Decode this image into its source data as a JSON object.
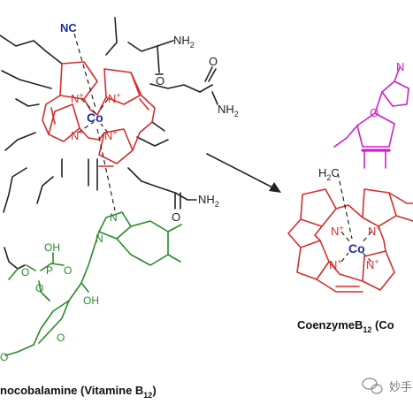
{
  "labels": {
    "nc": "NC",
    "co_left": "Co",
    "co_right": "Co",
    "n_plus": "N",
    "plus": "+",
    "nh2": "NH",
    "nh2_sub": "2",
    "o": "O",
    "oh": "OH",
    "p": "P",
    "n": "N",
    "h2c": "H",
    "h2c_sub": "2",
    "h2c_c": "C"
  },
  "captions": {
    "left_main": "nocobalamine (Vitamine B",
    "left_sub": "12",
    "left_end": ")",
    "right_main": "CoenzymeB",
    "right_sub": "12",
    "right_end": " (Co"
  },
  "watermark": {
    "text": "妙手"
  },
  "colors": {
    "corrin_ring": "#d62c2c",
    "nucleotide": "#2a8a2a",
    "adenosyl": "#d020c8",
    "cobalt": "#1a2fa0",
    "bonds": "#222222"
  }
}
